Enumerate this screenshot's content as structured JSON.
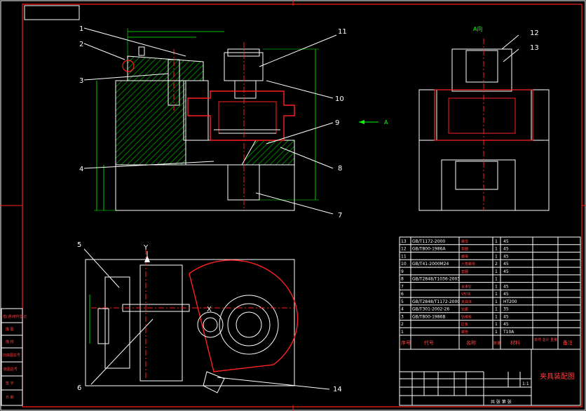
{
  "drawing": {
    "view_label_a": "A",
    "view_title_a": "A向",
    "axis_y": "Y",
    "axis_x": "X",
    "title_block": {
      "title": "夹具装配图",
      "scale": "1:1",
      "sheet": "共 张 第 张"
    },
    "callouts": [
      "1",
      "2",
      "3",
      "4",
      "5",
      "6",
      "7",
      "8",
      "9",
      "10",
      "11",
      "12",
      "13",
      "14"
    ],
    "bom": {
      "header": {
        "no": "序号",
        "code": "代号",
        "name": "名称",
        "qty": "数量",
        "material": "材料",
        "weight": "单件 总计 重量",
        "remark": "备注"
      },
      "rows": [
        {
          "no": "13",
          "code": "GB/T1172-2000",
          "name": "螺母",
          "qty": "1",
          "material": "45"
        },
        {
          "no": "12",
          "code": "GB/T800-1986A",
          "name": "垫圈",
          "qty": "1",
          "material": "45"
        },
        {
          "no": "11",
          "code": "",
          "name": "螺母",
          "qty": "1",
          "material": "45"
        },
        {
          "no": "10",
          "code": "GB/T41-2000M24",
          "name": "六角螺母",
          "qty": "2",
          "material": "45"
        },
        {
          "no": "9",
          "code": "",
          "name": "垫圈",
          "qty": "1",
          "material": "45"
        },
        {
          "no": "8",
          "code": "GB/T2848/T1036-2003",
          "name": "",
          "qty": "1",
          "material": ""
        },
        {
          "no": "7",
          "code": "",
          "name": "支承钉",
          "qty": "1",
          "material": "45"
        },
        {
          "no": "6",
          "code": "",
          "name": "V形块",
          "qty": "1",
          "material": "45"
        },
        {
          "no": "5",
          "code": "GB/T2848/T1172-2000",
          "name": "夹具体",
          "qty": "1",
          "material": "HT200"
        },
        {
          "no": "4",
          "code": "GB/T301-2002-26",
          "name": "钻套",
          "qty": "1",
          "material": "35"
        },
        {
          "no": "3",
          "code": "GB/T800-1986B",
          "name": "钻模板",
          "qty": "1",
          "material": "45"
        },
        {
          "no": "2",
          "code": "",
          "name": "压板",
          "qty": "1",
          "material": "45"
        },
        {
          "no": "1",
          "code": "",
          "name": "螺栓",
          "qty": "1",
          "material": "T10A"
        }
      ]
    },
    "side_labels": [
      "借(通)用件登记",
      "描 图",
      "描 校",
      "旧底图总号",
      "底图总号",
      "签 字",
      "日 期"
    ]
  }
}
